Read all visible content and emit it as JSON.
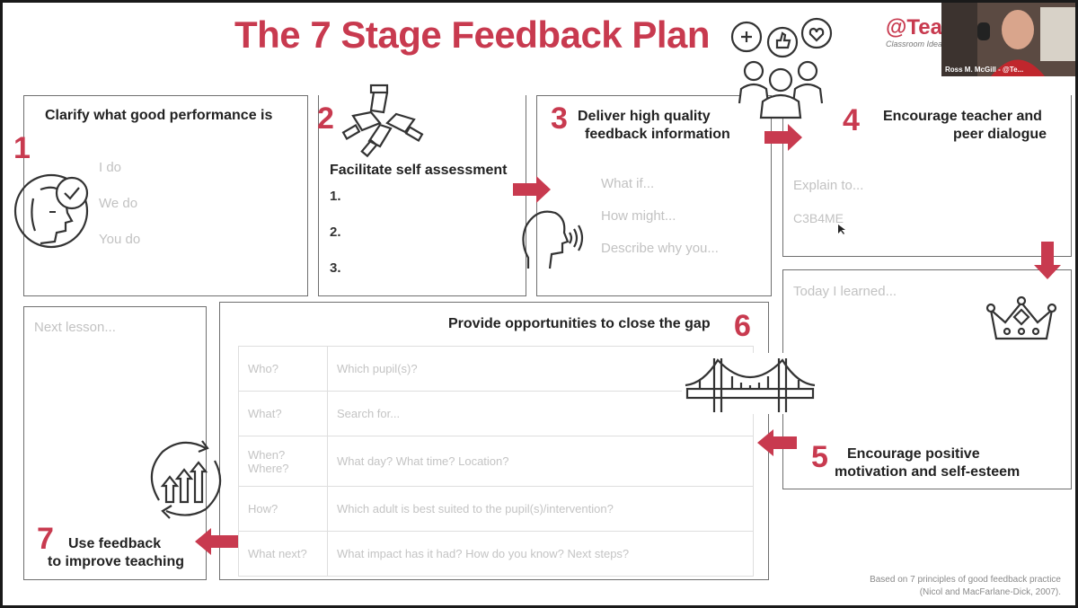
{
  "title": "The 7 Stage Feedback Plan",
  "brand": {
    "text": "@Tea",
    "sub": "Classroom Ideas"
  },
  "webcam": {
    "name": "Ross M. McGill - @Te..."
  },
  "stages": {
    "s1": {
      "num": "1",
      "heading": "Clarify what good performance is",
      "items": [
        "I do",
        "We do",
        "You do"
      ]
    },
    "s2": {
      "num": "2",
      "heading": "Facilitate self assessment",
      "items": [
        "1.",
        "2.",
        "3."
      ]
    },
    "s3": {
      "num": "3",
      "heading_line1": "Deliver high quality",
      "heading_line2": "feedback information",
      "items": [
        "What if...",
        "How might...",
        "Describe why you..."
      ]
    },
    "s4": {
      "num": "4",
      "heading_line1": "Encourage teacher and",
      "heading_line2": "peer dialogue",
      "items": [
        "Explain to...",
        "C3B4ME"
      ]
    },
    "s5": {
      "num": "5",
      "heading_line1": "Encourage positive",
      "heading_line2": "motivation and self-esteem",
      "placeholder": "Today I learned..."
    },
    "s6": {
      "num": "6",
      "heading": "Provide opportunities to close the gap",
      "rows": [
        {
          "label": "Who?",
          "text": "Which pupil(s)?"
        },
        {
          "label": "What?",
          "text": "Search for..."
        },
        {
          "label": "When? Where?",
          "text": "What day? What time? Location?"
        },
        {
          "label": "How?",
          "text": "Which adult is best suited to the pupil(s)/intervention?"
        },
        {
          "label": "What next?",
          "text": "What impact has it had? How do you know? Next steps?"
        }
      ]
    },
    "s7": {
      "num": "7",
      "heading_line1": "Use feedback",
      "heading_line2": "to improve teaching",
      "placeholder": "Next lesson..."
    }
  },
  "footnote": {
    "line1": "Based on 7 principles of good feedback practice",
    "line2": "(Nicol and MacFarlane-Dick, 2007)."
  },
  "colors": {
    "accent": "#c83a4f",
    "border": "#6f6f6f"
  }
}
